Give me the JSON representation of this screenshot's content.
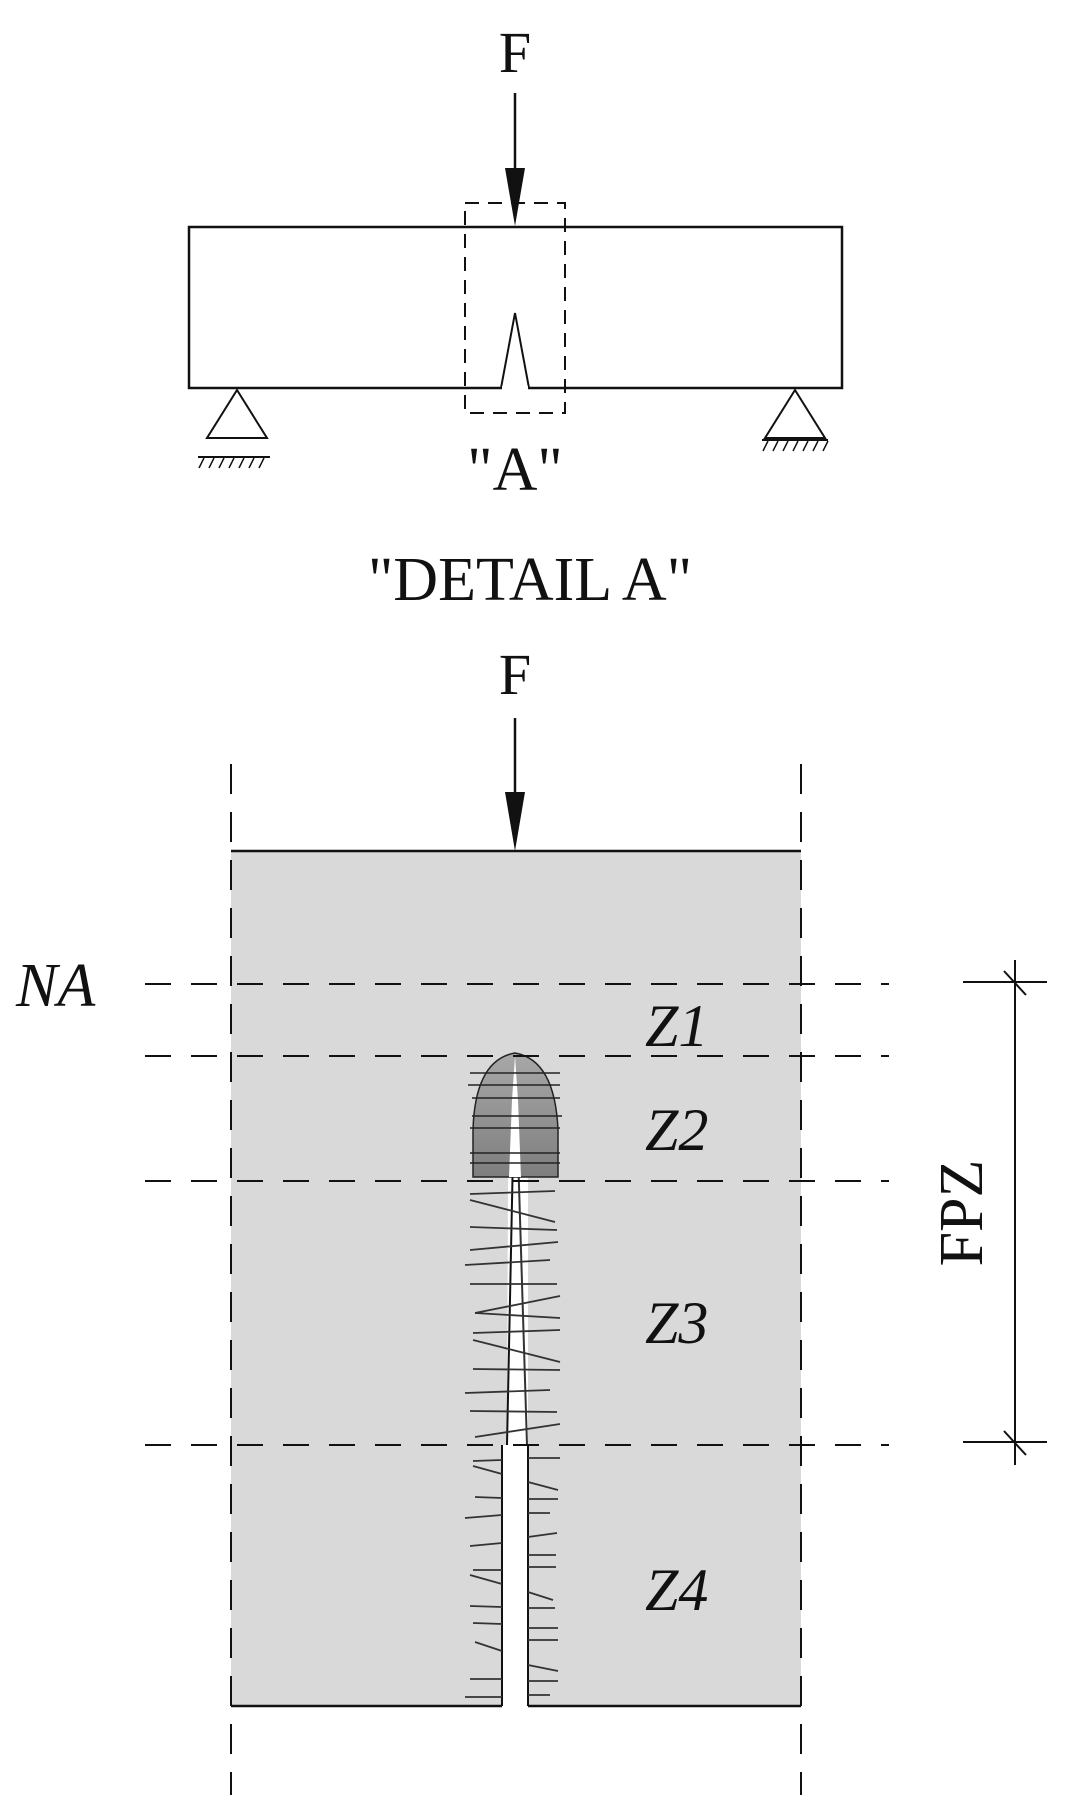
{
  "top_view": {
    "force_label": "F",
    "detail_marker_label": "\"A\""
  },
  "detail_view": {
    "title": "\"DETAIL A\"",
    "force_label": "F",
    "neutral_axis_label": "NA",
    "zones": [
      {
        "label": "Z1"
      },
      {
        "label": "Z2"
      },
      {
        "label": "Z3"
      },
      {
        "label": "Z4"
      }
    ],
    "dimension_label": "FPZ"
  },
  "colors": {
    "line": "#111111",
    "specimen_fill": "#d9d9d9",
    "process_zone_fill": "#8f8f8f",
    "background": "#ffffff"
  }
}
